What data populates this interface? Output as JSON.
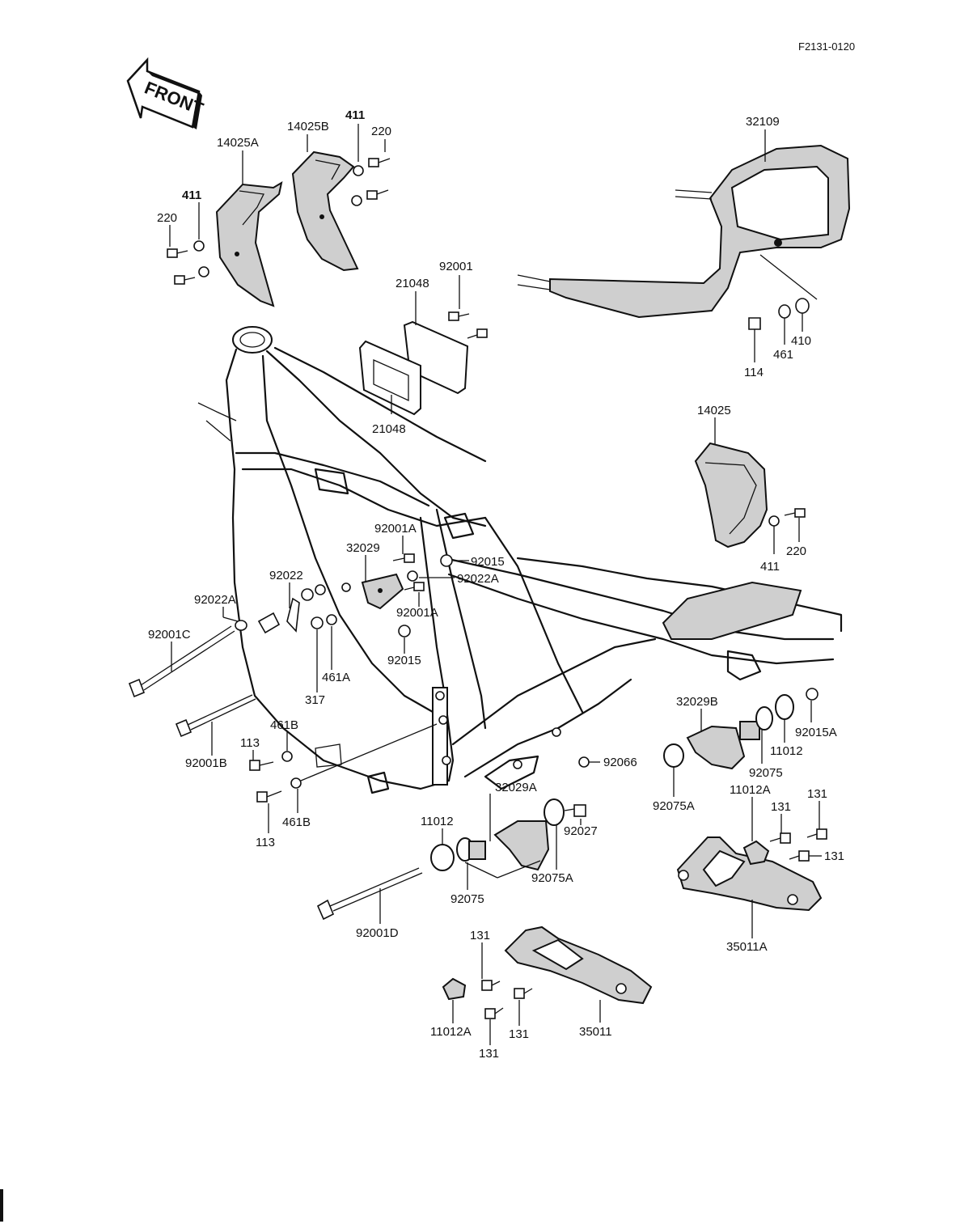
{
  "diagram_code": "F2131-0120",
  "front_arrow_text": "FRONT",
  "parts": [
    {
      "id": "p-14025a",
      "label": "14025A"
    },
    {
      "id": "p-14025b",
      "label": "14025B"
    },
    {
      "id": "p-411-top",
      "label": "411"
    },
    {
      "id": "p-220-top",
      "label": "220"
    },
    {
      "id": "p-411-left",
      "label": "411"
    },
    {
      "id": "p-220-left",
      "label": "220"
    },
    {
      "id": "p-32109",
      "label": "32109"
    },
    {
      "id": "p-92001",
      "label": "92001"
    },
    {
      "id": "p-21048-top",
      "label": "21048"
    },
    {
      "id": "p-21048-bot",
      "label": "21048"
    },
    {
      "id": "p-114",
      "label": "114"
    },
    {
      "id": "p-461",
      "label": "461"
    },
    {
      "id": "p-410",
      "label": "410"
    },
    {
      "id": "p-14025",
      "label": "14025"
    },
    {
      "id": "p-220-right",
      "label": "220"
    },
    {
      "id": "p-411-right",
      "label": "411"
    },
    {
      "id": "p-92001a-top",
      "label": "92001A"
    },
    {
      "id": "p-32029",
      "label": "32029"
    },
    {
      "id": "p-92015",
      "label": "92015"
    },
    {
      "id": "p-92022a-right",
      "label": "92022A"
    },
    {
      "id": "p-92001a-bot",
      "label": "92001A"
    },
    {
      "id": "p-92022",
      "label": "92022"
    },
    {
      "id": "p-92022a-left",
      "label": "92022A"
    },
    {
      "id": "p-92001c",
      "label": "92001C"
    },
    {
      "id": "p-92015-mid",
      "label": "92015"
    },
    {
      "id": "p-461a",
      "label": "461A"
    },
    {
      "id": "p-317",
      "label": "317"
    },
    {
      "id": "p-461b-top",
      "label": "461B"
    },
    {
      "id": "p-92001b",
      "label": "92001B"
    },
    {
      "id": "p-113-top",
      "label": "113"
    },
    {
      "id": "p-113-bot",
      "label": "113"
    },
    {
      "id": "p-461b-bot",
      "label": "461B"
    },
    {
      "id": "p-32029b",
      "label": "32029B"
    },
    {
      "id": "p-92015a",
      "label": "92015A"
    },
    {
      "id": "p-11012-right",
      "label": "11012"
    },
    {
      "id": "p-92075-right",
      "label": "92075"
    },
    {
      "id": "p-92066",
      "label": "92066"
    },
    {
      "id": "p-11012a-right",
      "label": "11012A"
    },
    {
      "id": "p-92075a-right",
      "label": "92075A"
    },
    {
      "id": "p-131-a",
      "label": "131"
    },
    {
      "id": "p-131-b",
      "label": "131"
    },
    {
      "id": "p-131-c",
      "label": "131"
    },
    {
      "id": "p-32029a",
      "label": "32029A"
    },
    {
      "id": "p-92027",
      "label": "92027"
    },
    {
      "id": "p-11012-left",
      "label": "11012"
    },
    {
      "id": "p-92075a-mid",
      "label": "92075A"
    },
    {
      "id": "p-92075-mid",
      "label": "92075"
    },
    {
      "id": "p-92001d",
      "label": "92001D"
    },
    {
      "id": "p-35011a",
      "label": "35011A"
    },
    {
      "id": "p-131-d",
      "label": "131"
    },
    {
      "id": "p-11012a-left",
      "label": "11012A"
    },
    {
      "id": "p-131-e",
      "label": "131"
    },
    {
      "id": "p-131-f",
      "label": "131"
    },
    {
      "id": "p-35011",
      "label": "35011"
    }
  ]
}
